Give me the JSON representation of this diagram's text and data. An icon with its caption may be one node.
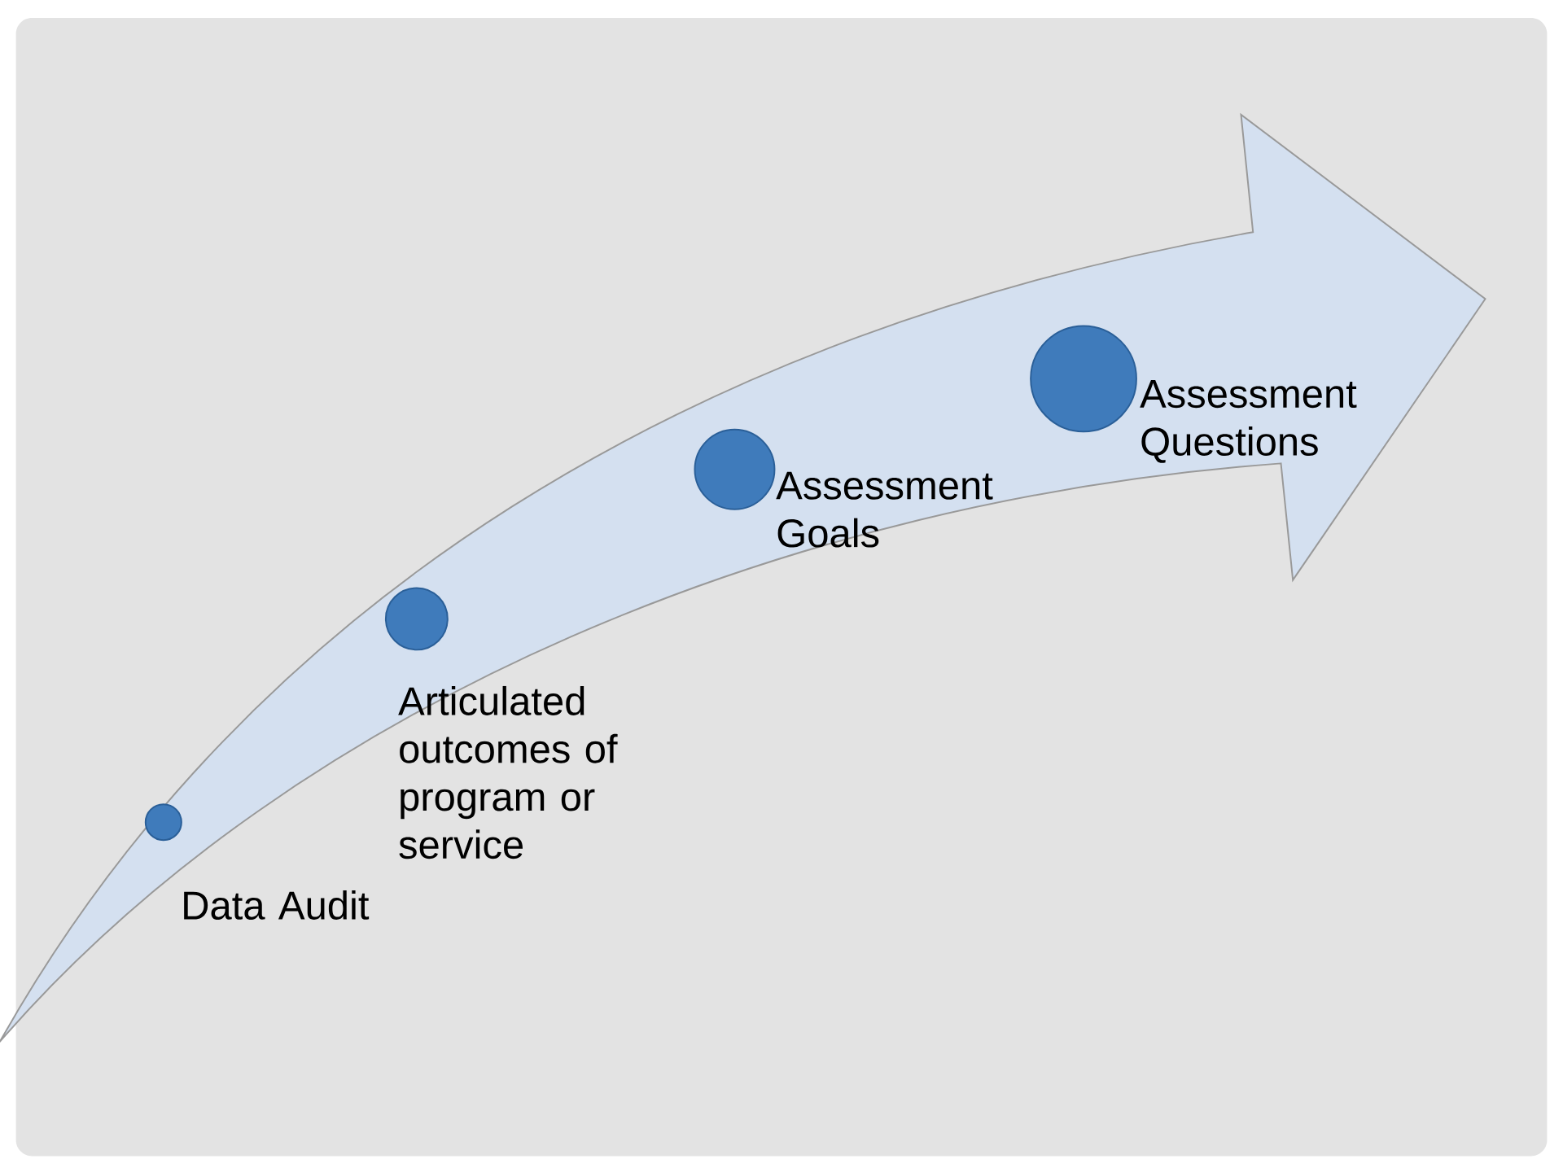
{
  "diagram": {
    "nodes": [
      {
        "text": [],
        "shape": "circle",
        "beside": [
          "Data Audit"
        ]
      },
      {
        "text": [],
        "shape": "circle",
        "beside": [
          "Articulated outcomes of program or service"
        ]
      },
      {
        "text": [],
        "shape": "circle",
        "beside": [
          "Assessment Goals"
        ]
      },
      {
        "text": [],
        "shape": "circle",
        "beside": [
          "Assessment Questions"
        ]
      }
    ]
  }
}
